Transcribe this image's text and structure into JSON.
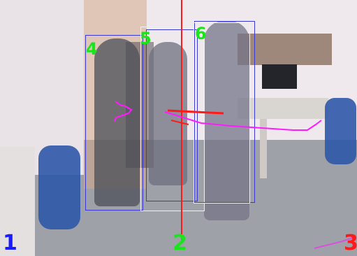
{
  "scene": {
    "description_colors": {
      "wall": "#efeaee",
      "floor": "#9a9ca4",
      "door": "#cfa98a",
      "desk": "#d9d6d2",
      "chair": "#2f58a8"
    }
  },
  "overlay": {
    "colors": {
      "blue_box": "#3a3ad0",
      "white_box": "#f0f0f0",
      "red_line": "#ff1a1a",
      "magenta_track": "#ff1aff",
      "green_label": "#19e619",
      "blue_label": "#1a1aff",
      "red_label": "#ff1a1a"
    },
    "track_ids": {
      "person_left": "4",
      "person_middle": "5",
      "person_right": "6"
    },
    "corner_labels": {
      "bottom_left": "1",
      "bottom_center": "2",
      "bottom_right": "3"
    }
  }
}
